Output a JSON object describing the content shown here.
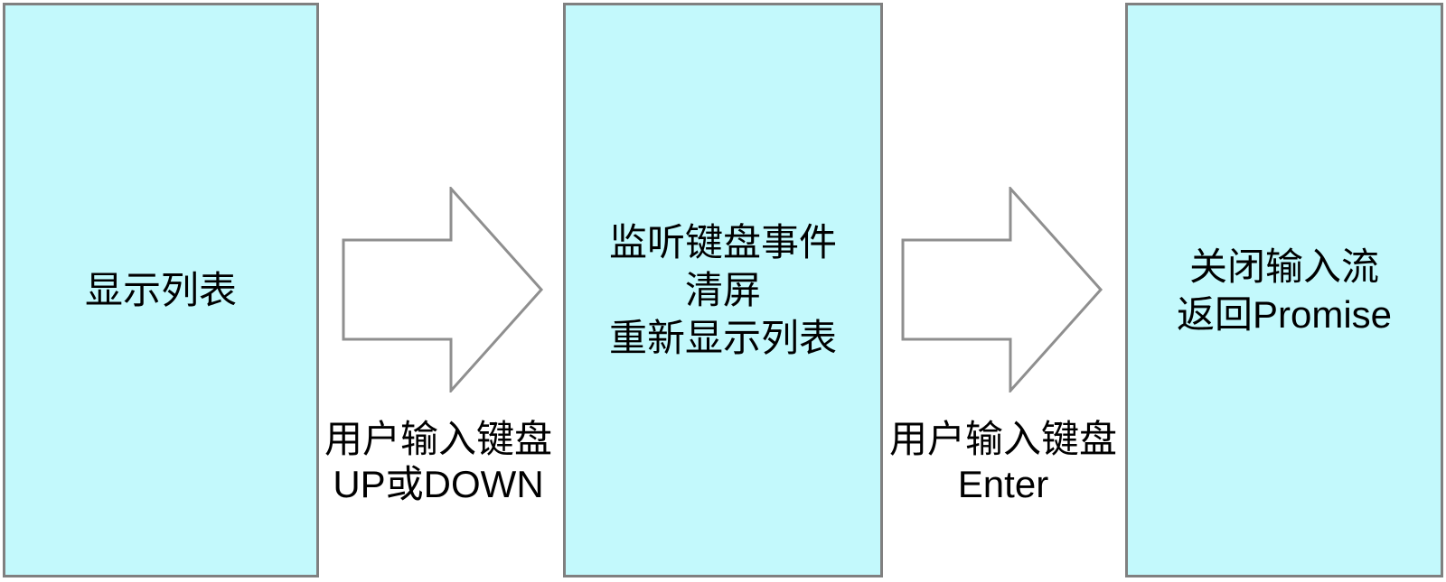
{
  "diagram": {
    "nodes": [
      {
        "id": "display-list",
        "lines": [
          "显示列表"
        ]
      },
      {
        "id": "keyboard-listen",
        "lines": [
          "监听键盘事件",
          "清屏",
          "重新显示列表"
        ]
      },
      {
        "id": "close-stream",
        "lines": [
          "关闭输入流",
          "返回Promise"
        ]
      }
    ],
    "arrows": [
      {
        "id": "up-down",
        "label_lines": [
          "用户输入键盘",
          "UP或DOWN"
        ]
      },
      {
        "id": "enter",
        "label_lines": [
          "用户输入键盘",
          "Enter"
        ]
      }
    ],
    "colors": {
      "bg": "#ffffff",
      "box_fill": "#c3f9fc",
      "box_border": "#808080",
      "arrow_fill": "#ffffff",
      "arrow_stroke": "#8f8f8f",
      "text": "#000000"
    }
  }
}
